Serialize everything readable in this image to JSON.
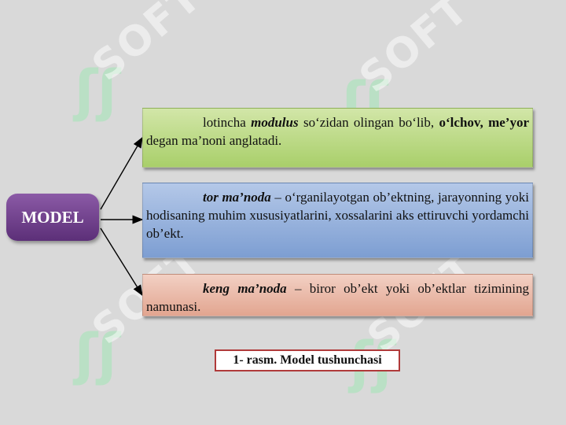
{
  "watermark": {
    "text": "SOFT",
    "glyph": "ʃʃ"
  },
  "model": {
    "label": "MODEL"
  },
  "boxes": {
    "first": {
      "t1": "lotincha ",
      "t2": "modulus",
      "t3": " so‘zidan olingan bo‘lib, ",
      "t4": "o‘lchov, me’yor",
      "t5": " degan ma’noni anglatadi."
    },
    "second": {
      "t1": "tor ma’noda",
      "t2": " – o‘rganilayotgan ob’ektning, jarayonning yoki hodisaning muhim xususiyatlarini, xossalarini aks ettiruvchi yordamchi ob’ekt."
    },
    "third": {
      "t1": "keng ma’noda",
      "t2": " – biror ob’ekt yoki ob’ektlar tizimining namunasi."
    }
  },
  "caption": "1- rasm. Model tushunchasi",
  "colors": {
    "background": "#d9d9d9",
    "model": "#6d3f8a",
    "box_green": "#b5d77b",
    "box_blue": "#8fabd9",
    "box_peach": "#e8b4a2",
    "caption_border": "#b03a3a"
  }
}
